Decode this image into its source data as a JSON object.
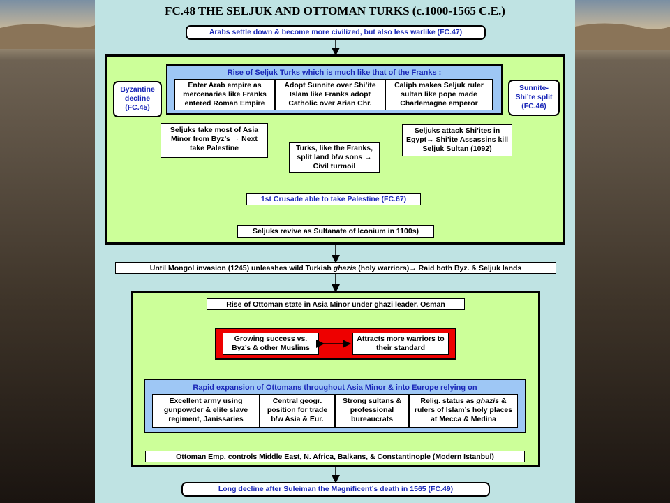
{
  "title": "FC.48 THE SELJUK AND OTTOMAN TURKS (c.1000-1565 C.E.)",
  "top_box": "Arabs settle down & become more civilized, but also less warlike (FC.47)",
  "seljuk": {
    "header": "Rise of Seljuk Turks which is much like that of the Franks :",
    "columns": [
      "Enter Arab empire as mercenaries like Franks entered Roman Empire",
      "Adopt Sunnite over Shi’ite Islam like Franks adopt Catholic over Arian Chr.",
      "Caliph makes Seljuk ruler sultan like pope made Charlemagne emperor"
    ],
    "left_side": "Byzantine decline (FC.45)",
    "right_side": "Sunnite-Shi’te split (FC.46)",
    "box_left": "Seljuks take most of Asia Minor from Byz’s → Next take Palestine",
    "box_mid": "Turks, like the Franks, split land b/w sons → Civil turmoil",
    "box_right": "Seljuks attack Shi’ites in Egypt→ Shi’ite Assassins kill Seljuk Sultan (1092)",
    "crusade": "1st Crusade able to take Palestine (FC.67)",
    "revive": "Seljuks revive as Sultanate of Iconium in 1100s)"
  },
  "mongol": {
    "pre": "Until Mongol invasion (1245) unleashes wild Turkish ",
    "em": "ghazis",
    "post": " (holy warriors)→ Raid both Byz. & Seljuk lands"
  },
  "ottoman": {
    "rise": "Rise of Ottoman state in Asia Minor under ghazi leader, Osman",
    "growing": "Growing success vs. Byz’s & other Muslims",
    "attracts": "Attracts more warriors to their standard",
    "expansion_header": "Rapid expansion of Ottomans throughout Asia Minor & into Europe relying on",
    "factors": [
      "Excellent army using gunpowder & elite slave regiment, Janissaries",
      "Central geogr. position for trade b/w Asia & Eur.",
      "Strong sultans & professional bureaucrats"
    ],
    "factor4_pre": "Relig. status as ",
    "factor4_em": "ghazis",
    "factor4_post": " & rulers of Islam’s holy places at Mecca & Medina",
    "controls": "Ottoman Emp. controls Middle East, N. Africa, Balkans, & Constantinople (Modern Istanbul)"
  },
  "bottom_box": "Long decline after Suleiman the Magnificent’s death in 1565 (FC.49)",
  "colors": {
    "panel": "#bfe3e3",
    "frame": "#ccff99",
    "blue": "#9ec7f5",
    "red": "#ee0000",
    "link_text": "#1a27b8"
  }
}
